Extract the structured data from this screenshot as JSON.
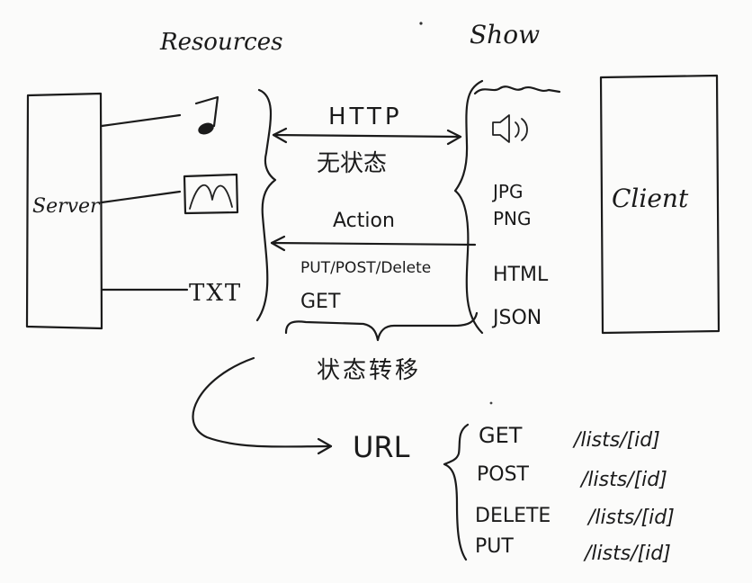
{
  "headers": {
    "resources": "Resources",
    "show": "Show"
  },
  "server": {
    "label": "Server"
  },
  "resources": {
    "txt": "TXT"
  },
  "protocol": {
    "http": "HTTP",
    "stateless": "无状态",
    "action": "Action",
    "methods_line": "PUT/POST/Delete",
    "get": "GET",
    "state_transfer": "状态转移"
  },
  "show_formats": {
    "jpg": "JPG",
    "png": "PNG",
    "html": "HTML",
    "json": "JSON"
  },
  "client": {
    "label": "Client"
  },
  "url": {
    "label": "URL",
    "routes": [
      {
        "method": "GET",
        "path": "/lists/[id]"
      },
      {
        "method": "POST",
        "path": "/lists/[id]"
      },
      {
        "method": "DELETE",
        "path": "/lists/[id]"
      },
      {
        "method": "PUT",
        "path": "/lists/[id]"
      }
    ]
  }
}
